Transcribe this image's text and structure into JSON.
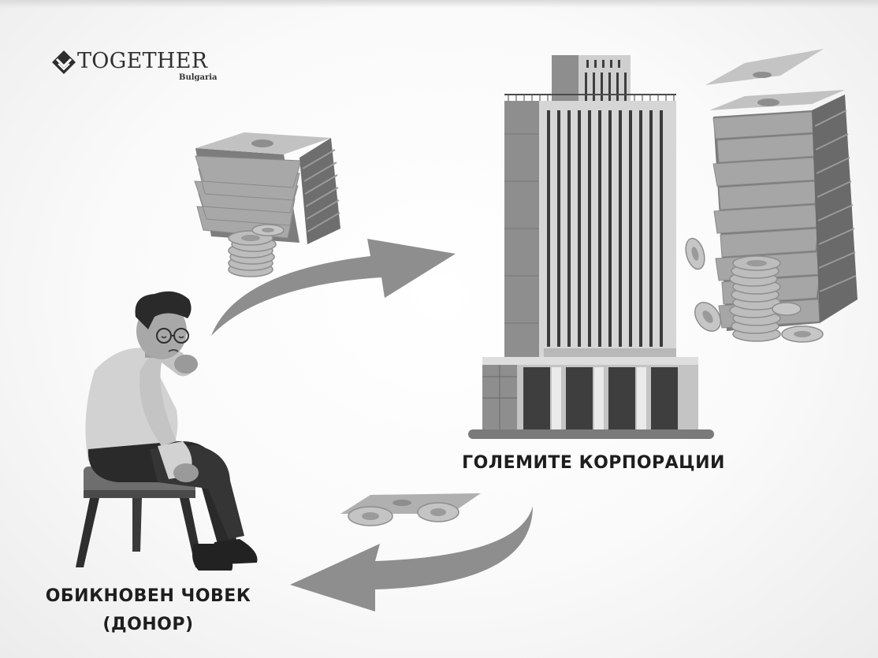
{
  "logo": {
    "name": "TOGETHER",
    "sub": "Bulgaria"
  },
  "labels": {
    "corporations": "ГОЛЕМИТЕ КОРПОРАЦИИ",
    "person_line1": "ОБИКНОВЕН ЧОВЕК",
    "person_line2": "(ДОНОР)"
  },
  "icons": {
    "logo": "diamond-logo-icon",
    "building": "skyscraper-icon",
    "person": "sad-man-on-stool-icon",
    "money": "banknote-stack-icon",
    "coins": "coin-stack-icon",
    "arrows": [
      "curved-arrow-right-icon",
      "curved-arrow-left-icon"
    ]
  },
  "colors": {
    "background": "#f7f7f7",
    "text": "#1e1e1e",
    "arrow": "#8e8e8e",
    "building_glass": "#d2d2d2",
    "building_dark": "#3e3e3e",
    "money": "#a6a6a6",
    "coin": "#c4c4c4"
  }
}
